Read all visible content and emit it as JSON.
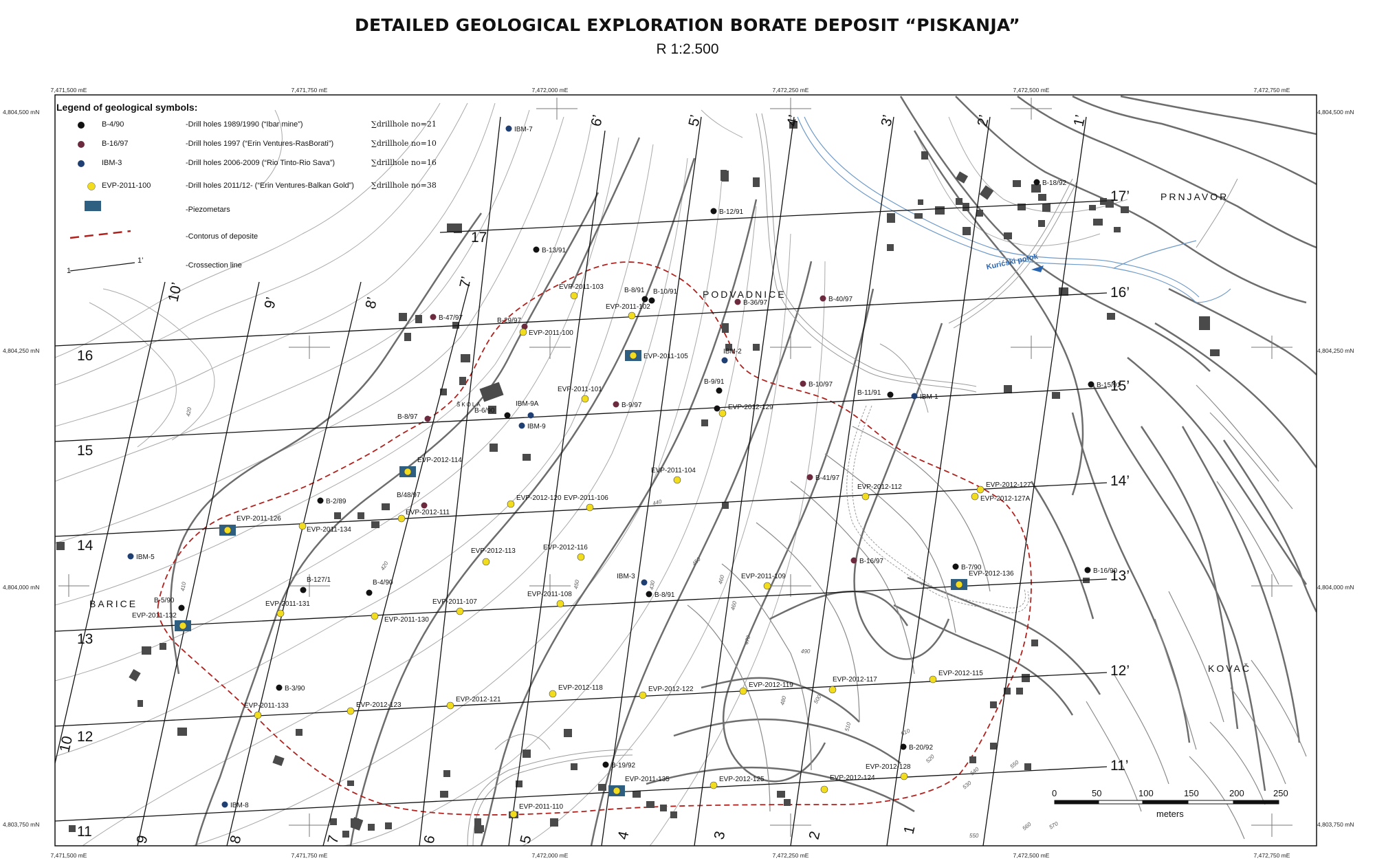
{
  "header": {
    "title": "DETAILED GEOLOGICAL EXPLORATION BORATE DEPOSIT “PISKANJA”",
    "scale": "R 1:2.500"
  },
  "coords": {
    "easting": [
      "7,471,500 mE",
      "7,471,750 mE",
      "7,472,000 mE",
      "7,472,250 mE",
      "7,472,500 mE",
      "7,472,750 mE"
    ],
    "northing": [
      "4,804,500 mN",
      "4,804,250 mN",
      "4,804,000 mN",
      "4,803,750 mN"
    ]
  },
  "legend": {
    "title": "Legend of geological symbols:",
    "items": [
      {
        "key": "B-4/90",
        "desc": "-Drill holes 1989/1990 (“Ibar mine”)",
        "sum": "∑drillhole no=21",
        "color": "#111111"
      },
      {
        "key": "B-16/97",
        "desc": "-Drill holes 1997 (“Erin Ventures-RasBorati”)",
        "sum": "∑drillhole no=10",
        "color": "#6b2a3e"
      },
      {
        "key": "IBM-3",
        "desc": "-Drill holes 2006-2009 (“Rio Tinto-Rio Sava”)",
        "sum": "∑drillhole no=16",
        "color": "#1f3f73"
      },
      {
        "key": "EVP-2011-100",
        "desc": "-Drill holes 2011/12- (“Erin Ventures-Balkan Gold”)",
        "sum": "∑drillhole no=38",
        "color": "#f2dc1e"
      }
    ],
    "piezometers": "-Piezometars",
    "contour": "-Contorus of deposite",
    "crossection": "-Crossection line",
    "line_label_a": "1",
    "line_label_b": "1’"
  },
  "places": [
    {
      "name": "PRNJAVOR"
    },
    {
      "name": "PODVADNICE"
    },
    {
      "name": "BARICE"
    },
    {
      "name": "KOVAČ"
    },
    {
      "name": "ŠKOLA"
    }
  ],
  "stream": "Kurićski potok",
  "scalebar": {
    "ticks": [
      "0",
      "50",
      "100",
      "150",
      "200",
      "250"
    ],
    "unit": "meters"
  },
  "colors": {
    "type1": "#111111",
    "type2": "#6b2a3e",
    "type3": "#1f3f73",
    "type4": "#f2dc1e",
    "piezometer": "#2f5f80",
    "contour": "#b0201c"
  }
}
